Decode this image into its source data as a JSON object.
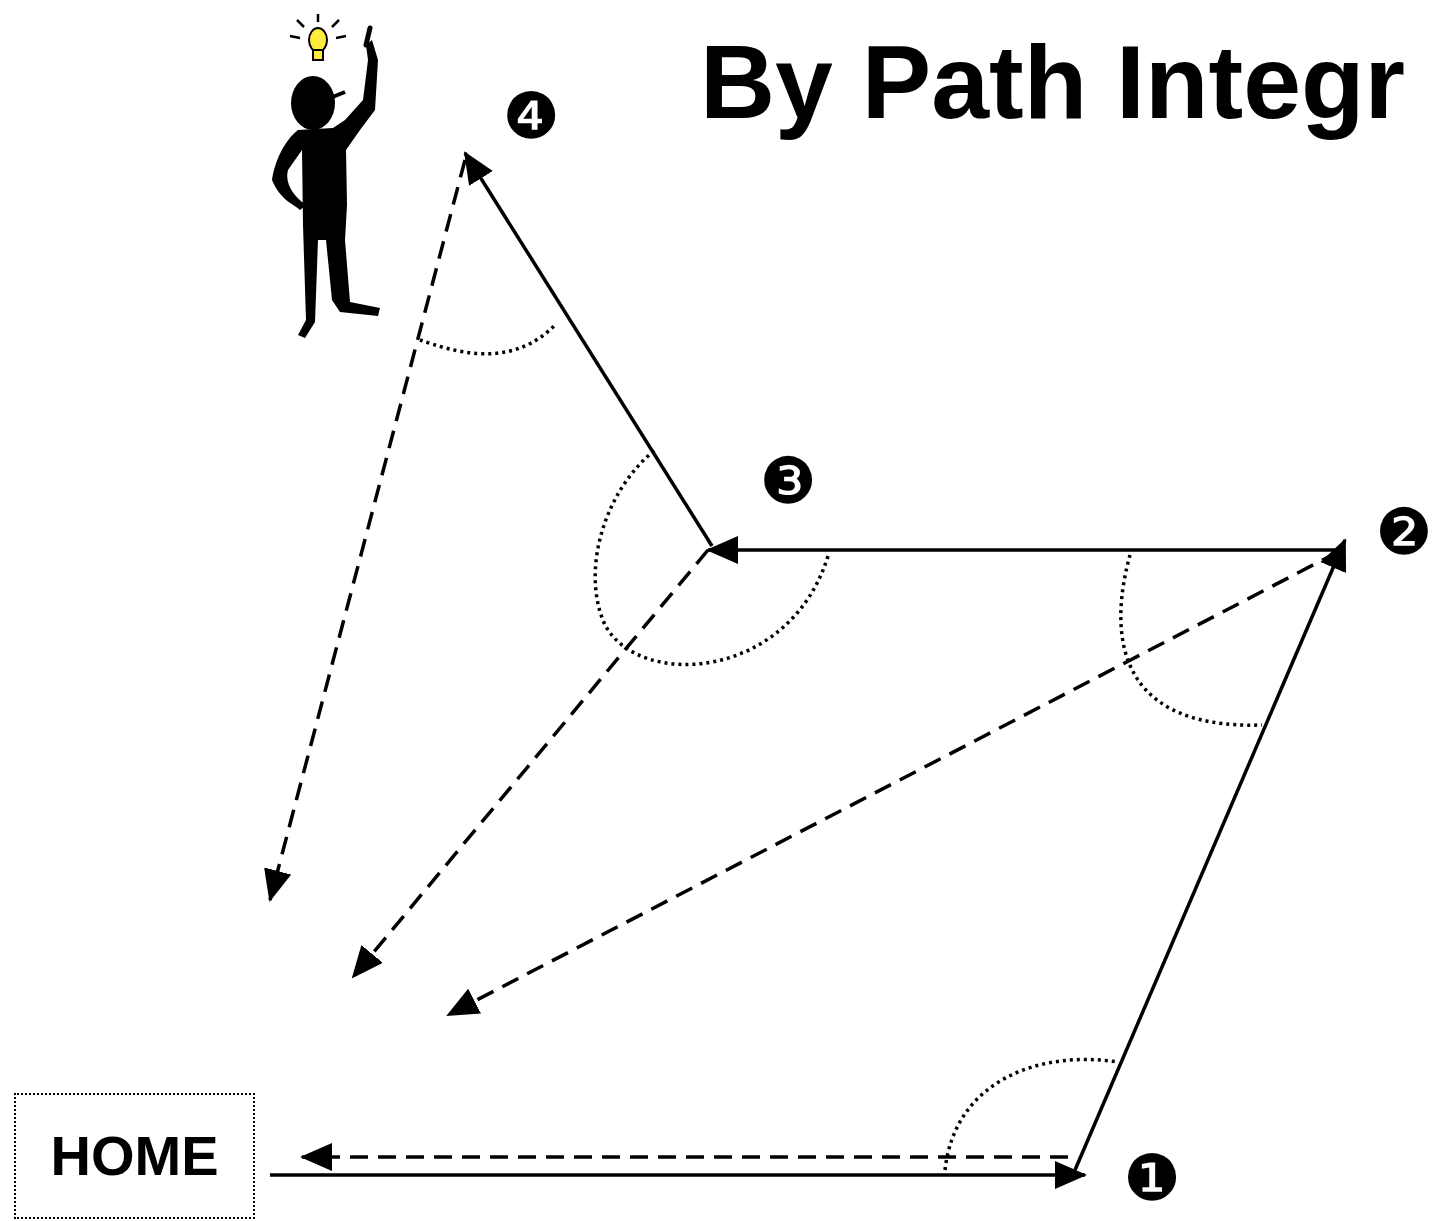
{
  "diagram": {
    "title": "By Path Integr",
    "nodes": [
      {
        "text": [
          "HOME"
        ]
      }
    ],
    "labels": [
      "❹",
      "❸",
      "❷",
      "❶"
    ]
  }
}
